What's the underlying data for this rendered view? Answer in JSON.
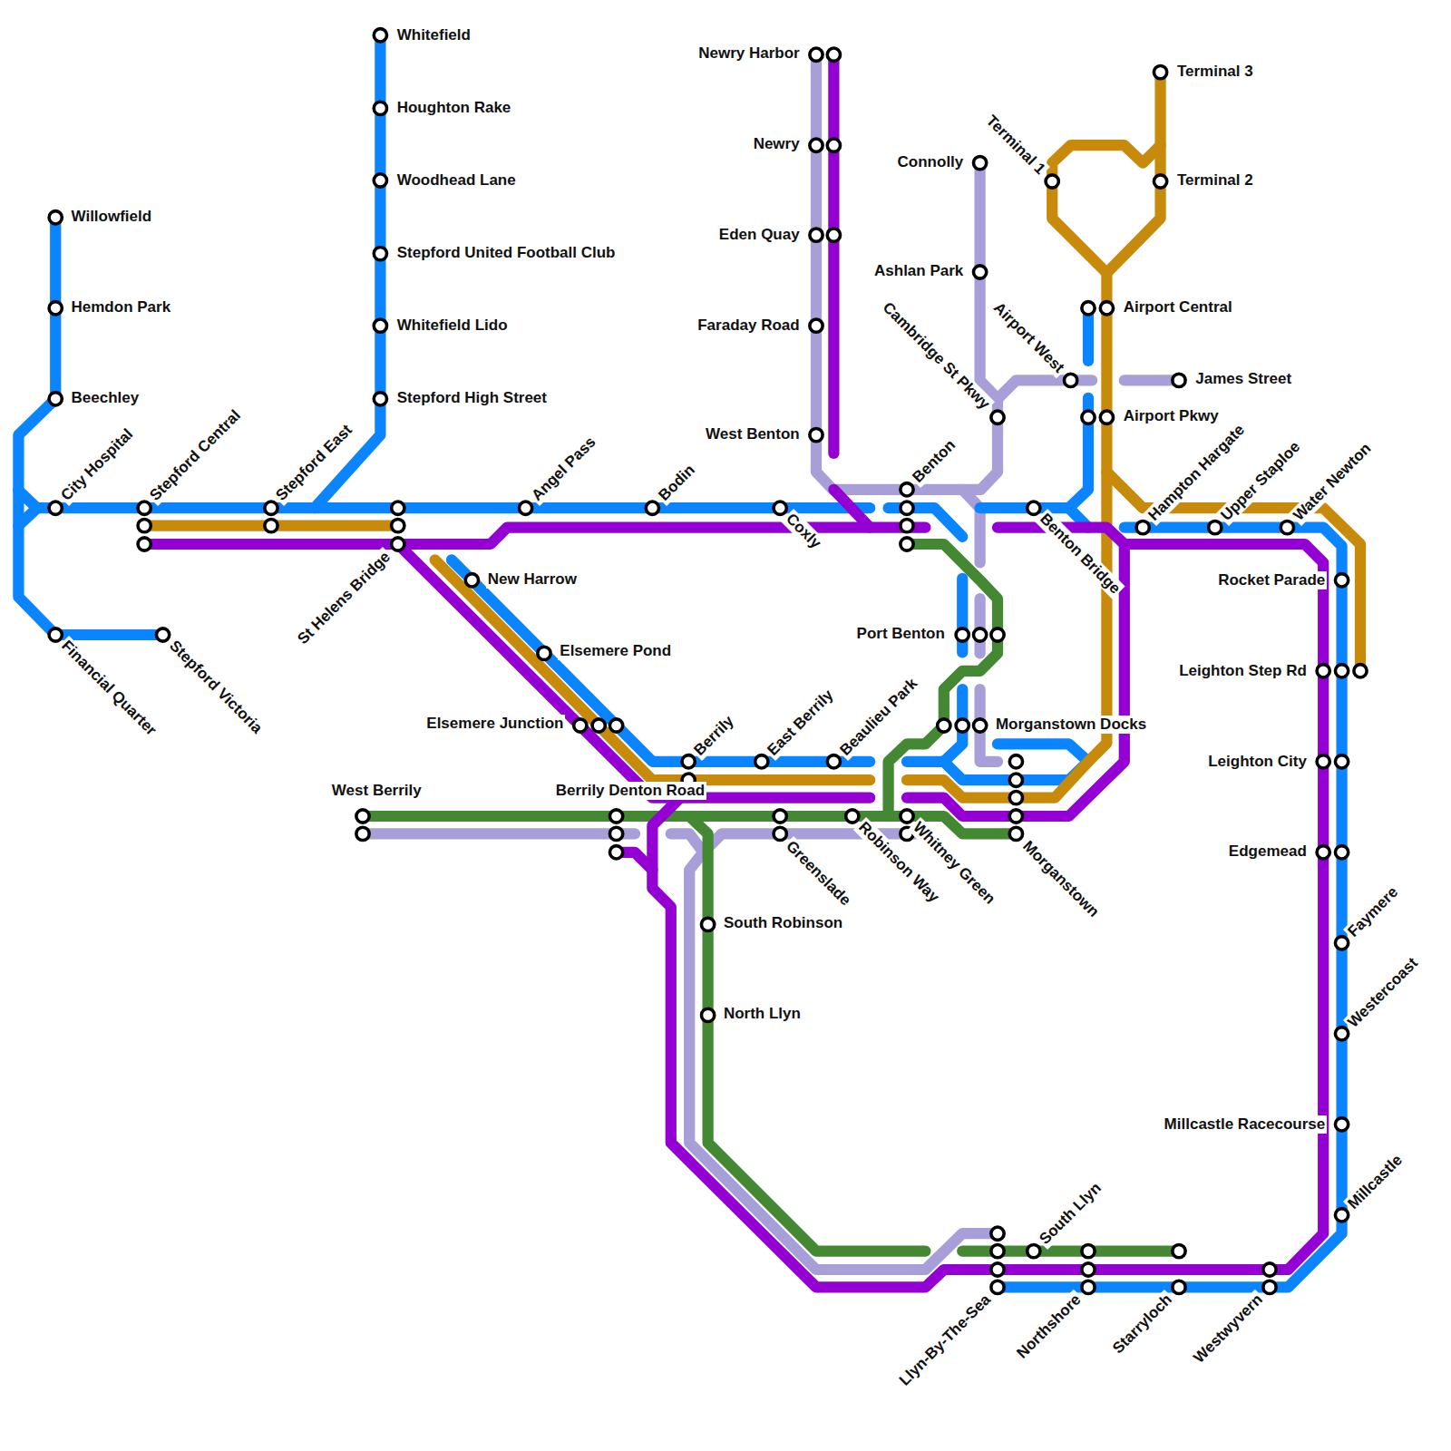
{
  "diagram": {
    "labels": [
      "Willowfield",
      "Hemdon Park",
      "Beechley",
      "City Hospital",
      "Stepford Central",
      "Stepford East",
      "Whitefield",
      "Houghton Rake",
      "Woodhead Lane",
      "Stepford United Football Club",
      "Whitefield Lido",
      "Stepford High Street",
      "Angel Pass",
      "Bodin",
      "Financial Quarter",
      "Stepford Victoria",
      "St Helens Bridge",
      "New Harrow",
      "Elsemere Pond",
      "Elsemere Junction",
      "West Berrily",
      "Berrily Denton Road",
      "Berrily",
      "East Berrily",
      "Beaulieu Park",
      "Greenslade",
      "Robinson Way",
      "Whitney Green",
      "Morganstown",
      "South Robinson",
      "North Llyn",
      "Coxly",
      "Newry Harbor",
      "Newry",
      "Eden Quay",
      "Faraday Road",
      "West Benton",
      "Benton",
      "Connolly",
      "Ashlan Park",
      "Cambridge St Pkwy",
      "Airport West",
      "Terminal 1",
      "Terminal 3",
      "Terminal 2",
      "Airport Central",
      "James Street",
      "Airport Pkwy",
      "Benton Bridge",
      "Hampton Hargate",
      "Upper Staploe",
      "Water Newton",
      "Port Benton",
      "Morganstown Docks",
      "Rocket Parade",
      "Leighton Step Rd",
      "Leighton City",
      "Edgemead",
      "Faymere",
      "Westercoast",
      "Millcastle Racecourse",
      "Millcastle",
      "South Llyn",
      "Llyn-By-The-Sea",
      "Northshore",
      "Starryloch",
      "Westwyvern"
    ]
  }
}
